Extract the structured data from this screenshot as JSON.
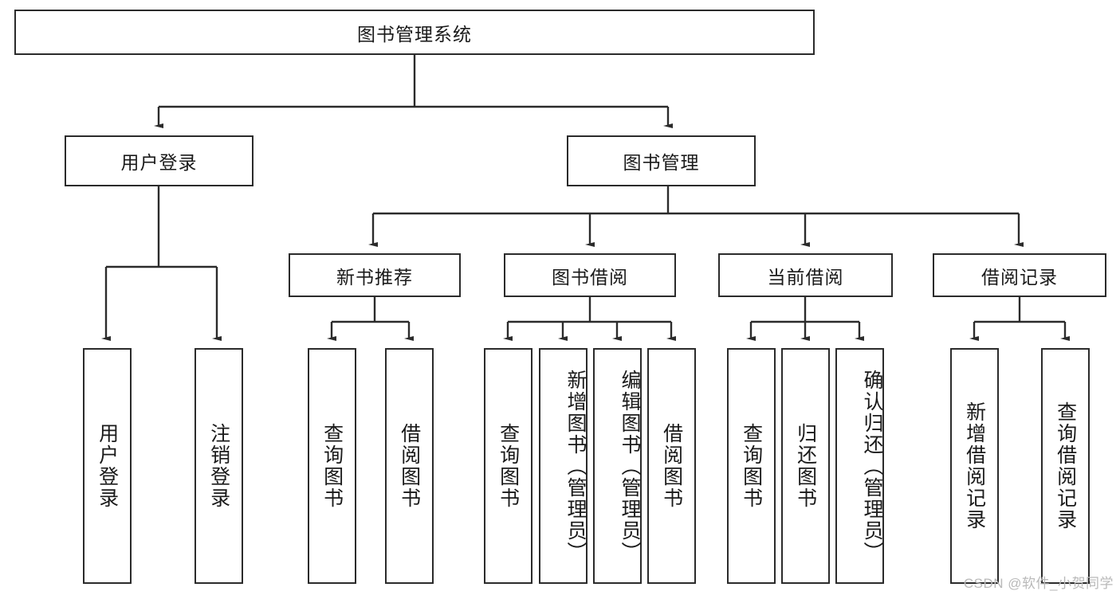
{
  "diagram": {
    "title_node": {
      "label": "图书管理系统"
    },
    "level2": [
      {
        "label": "用户登录"
      },
      {
        "label": "图书管理"
      }
    ],
    "level3": [
      {
        "label": "新书推荐"
      },
      {
        "label": "图书借阅"
      },
      {
        "label": "当前借阅"
      },
      {
        "label": "借阅记录"
      }
    ],
    "leaves": {
      "user_login": [
        {
          "label": "用户登录"
        },
        {
          "label": "注销登录"
        }
      ],
      "new_book_recommend": [
        {
          "label": "查询图书"
        },
        {
          "label": "借阅图书"
        }
      ],
      "book_borrow": [
        {
          "label": "查询图书"
        },
        {
          "label": "新增图书（管理员）"
        },
        {
          "label": "编辑图书（管理员）"
        },
        {
          "label": "借阅图书"
        }
      ],
      "current_borrow": [
        {
          "label": "查询图书"
        },
        {
          "label": "归还图书"
        },
        {
          "label": "确认归还（管理员）"
        }
      ],
      "borrow_record": [
        {
          "label": "新增借阅记录"
        },
        {
          "label": "查询借阅记录"
        }
      ]
    },
    "watermark": {
      "text": "CSDN @软件_小贺同学"
    },
    "colors": {
      "stroke": "#2b2b2b",
      "text": "#1a1a1a",
      "background": "#ffffff",
      "watermark": "#b9b9b9"
    }
  }
}
